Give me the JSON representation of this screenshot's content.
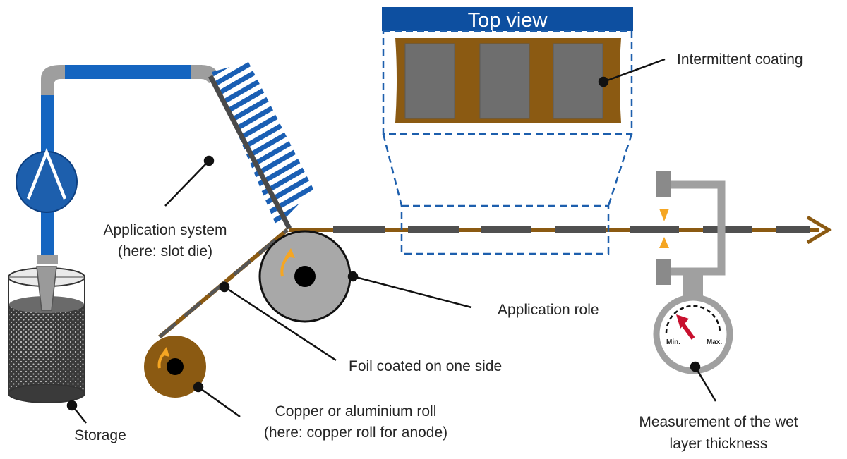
{
  "diagram": {
    "top_view": {
      "title": "Top view"
    },
    "labels": {
      "intermittent_coating": "Intermittent coating",
      "application_system_line1": "Application system",
      "application_system_line2": "(here: slot die)",
      "application_role": "Application role",
      "foil_coated": "Foil coated on one side",
      "roll_line1": "Copper or aluminium roll",
      "roll_line2": "(here: copper roll for anode)",
      "storage": "Storage",
      "measurement_line1": "Measurement of the wet",
      "measurement_line2": "layer thickness"
    },
    "gauge": {
      "min": "Min.",
      "max": "Max."
    },
    "colors": {
      "pipe_blue": "#1565c0",
      "dark_blue": "#0d4fa0",
      "foil_brown": "#8b5a12",
      "coating_gray": "#555555",
      "roller_gray": "#a8a8a8",
      "arrow_orange": "#f5a623",
      "needle_red": "#c8102e",
      "frame_gray": "#a0a0a0"
    }
  }
}
